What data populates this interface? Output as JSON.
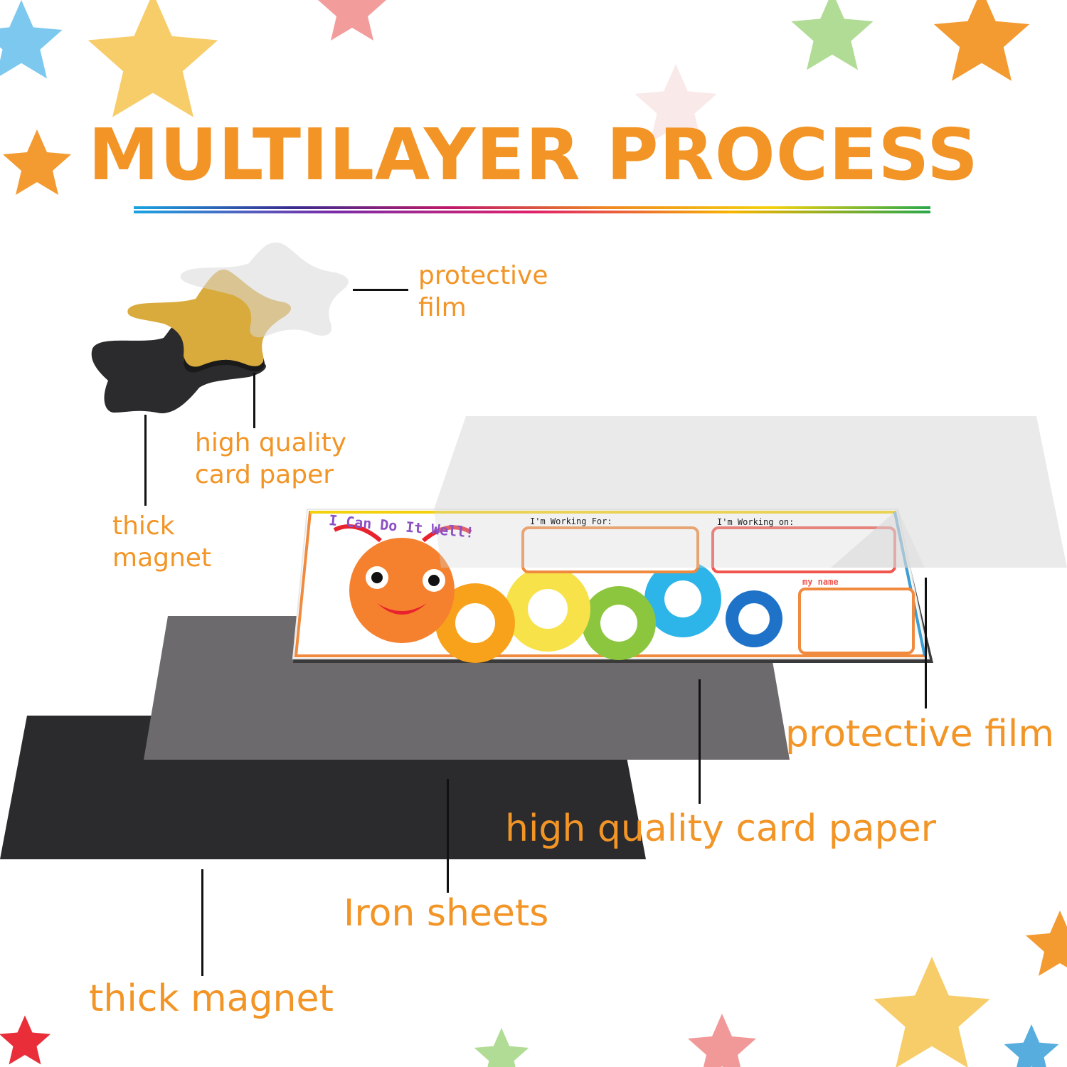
{
  "title": "MULTILAYER PROCESS",
  "colors": {
    "accent": "#f29526",
    "leader": "#111111",
    "magnet": "#2b2b2d",
    "iron": "#6c6a6d",
    "card_gold": "#d9ab3c",
    "film": "#e4e4e4"
  },
  "rainbow": [
    "#1aa3e0",
    "#8a2be2",
    "#e0206a",
    "#f7b500",
    "#2aa84a"
  ],
  "star_labels": {
    "protective_film": [
      "protective",
      "film"
    ],
    "card_paper": [
      "high quality",
      "card paper"
    ],
    "magnet": [
      "thick",
      "magnet"
    ]
  },
  "sheet_labels": {
    "protective_film": "protective film",
    "card_paper": "high quality card paper",
    "iron": "Iron sheets",
    "magnet": "thick magnet"
  },
  "card": {
    "heading": "I Can Do It Well!",
    "working_for": "I'm Working For:",
    "working_on": "I'm Working on:",
    "my_name": "my name"
  }
}
